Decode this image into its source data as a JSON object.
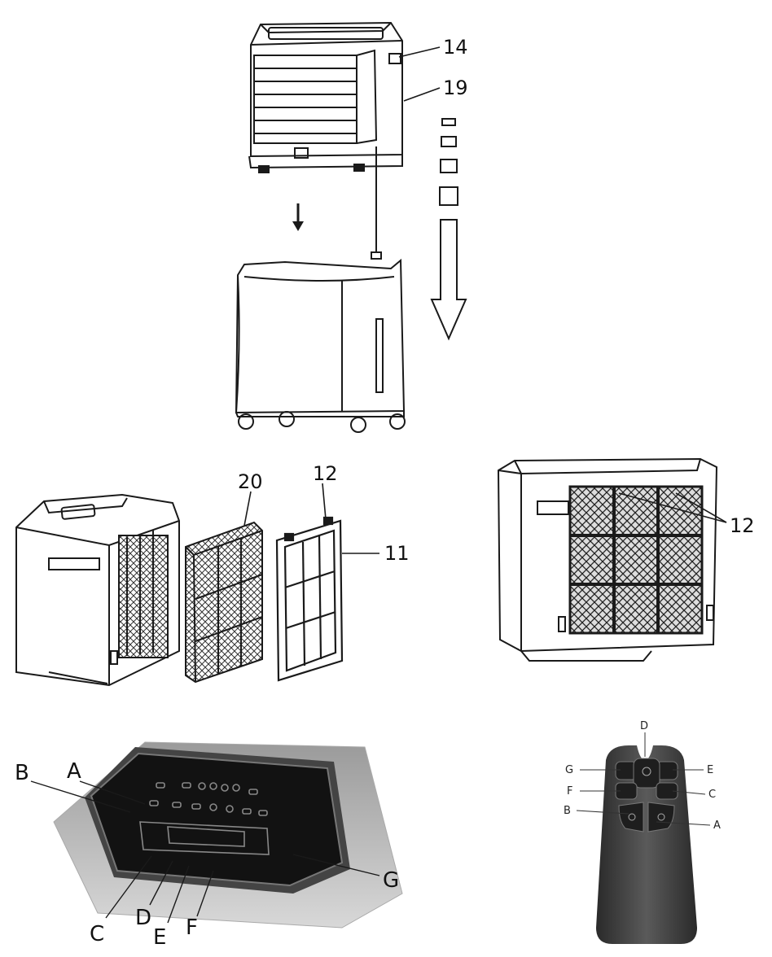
{
  "top_figure": {
    "labels": {
      "a": "14",
      "b": "19"
    }
  },
  "middle_left_figure": {
    "labels": {
      "a": "20",
      "b": "12",
      "c": "11"
    }
  },
  "middle_right_figure": {
    "labels": {
      "a": "12"
    }
  },
  "panel_figure": {
    "labels": [
      "B",
      "A",
      "C",
      "D",
      "E",
      "F",
      "G"
    ]
  },
  "remote_figure": {
    "labels": [
      "D",
      "G",
      "E",
      "F",
      "C",
      "B",
      "A"
    ]
  },
  "colors": {
    "line": "#1a1a1a",
    "panel_dark": "#121212",
    "remote_dark": "#3a3a3a",
    "panel_base": "#c9c9c9"
  }
}
